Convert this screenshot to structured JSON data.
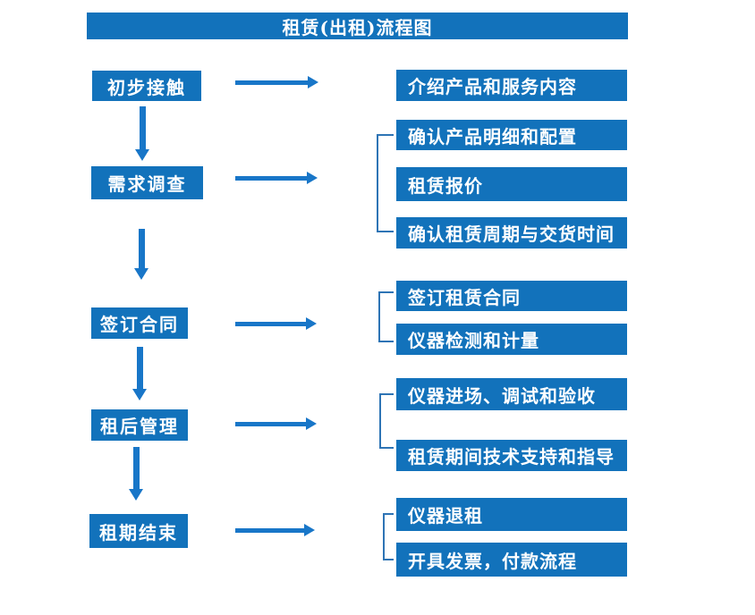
{
  "title": "租赁(出租)流程图",
  "colors": {
    "box_blue": "#1272BB",
    "arrow_blue": "#1876C8",
    "bracket_blue": "#2E74B5",
    "text_white": "#FFFFFF"
  },
  "left_steps": [
    {
      "label": "初步接触"
    },
    {
      "label": "需求调查"
    },
    {
      "label": "签订合同"
    },
    {
      "label": "租后管理"
    },
    {
      "label": "租期结束"
    }
  ],
  "right_details": [
    {
      "label": "介绍产品和服务内容"
    },
    {
      "label": "确认产品明细和配置"
    },
    {
      "label": "租赁报价"
    },
    {
      "label": "确认租赁周期与交货时间"
    },
    {
      "label": "签订租赁合同"
    },
    {
      "label": "仪器检测和计量"
    },
    {
      "label": "仪器进场、调试和验收"
    },
    {
      "label": "租赁期间技术支持和指导"
    },
    {
      "label": "仪器退租"
    },
    {
      "label": "开具发票，付款流程"
    }
  ]
}
